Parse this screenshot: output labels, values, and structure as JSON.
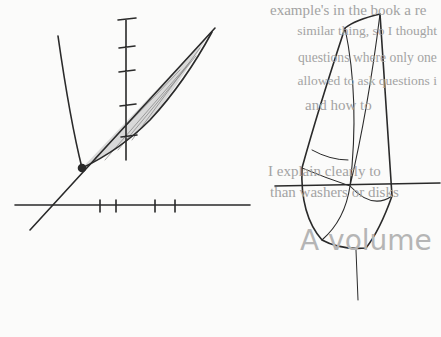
{
  "diagram": {
    "labels": [
      "example's in the book a re",
      "similar thing, so I thought",
      "questions where only one",
      "allowed to ask questions i",
      "and how to",
      "I explain clearly to",
      "than washers or disks",
      "A volume"
    ]
  }
}
